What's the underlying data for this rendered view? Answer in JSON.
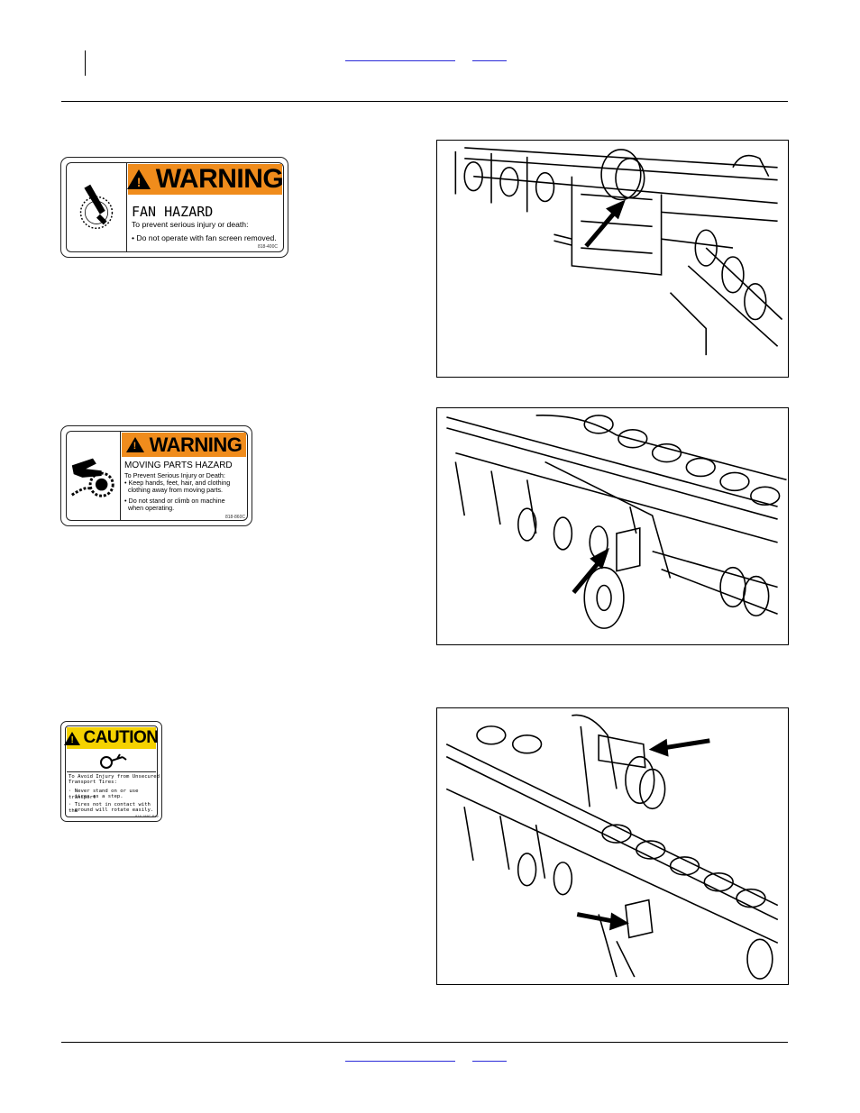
{
  "page": {
    "background": "#ffffff",
    "link_color": "#2a2ad8"
  },
  "decals": {
    "fan": {
      "signal_word": "WARNING",
      "hazard": "FAN HAZARD",
      "lines": [
        "To prevent serious injury or death:",
        "• Do not operate with fan screen removed."
      ],
      "part_number": "818-400C",
      "signal_color": "#f08c1c"
    },
    "moving_parts": {
      "signal_word": "WARNING",
      "hazard": "MOVING PARTS HAZARD",
      "lines": [
        "To Prevent Serious Injury or Death:",
        "• Keep hands, feet, hair, and clothing",
        "  clothing away from moving parts.",
        "• Do not stand or climb on machine",
        "  when operating."
      ],
      "part_number": "818-860C",
      "signal_color": "#f08c1c"
    },
    "caution_tires": {
      "signal_word": "CAUTION",
      "lines": [
        "To Avoid Injury from Unsecured",
        "Transport Tires:",
        "· Never stand on or use transport",
        "  tires as a step.",
        "· Tires not in contact with the",
        "  ground will rotate easily."
      ],
      "part_number": "818-188C Rev",
      "signal_color": "#f5d200"
    }
  },
  "figures": [
    {
      "icon": "arrow-icon",
      "arrows": 1
    },
    {
      "icon": "arrow-icon",
      "arrows": 1
    },
    {
      "icon": "arrow-icon",
      "arrows": 2
    }
  ]
}
